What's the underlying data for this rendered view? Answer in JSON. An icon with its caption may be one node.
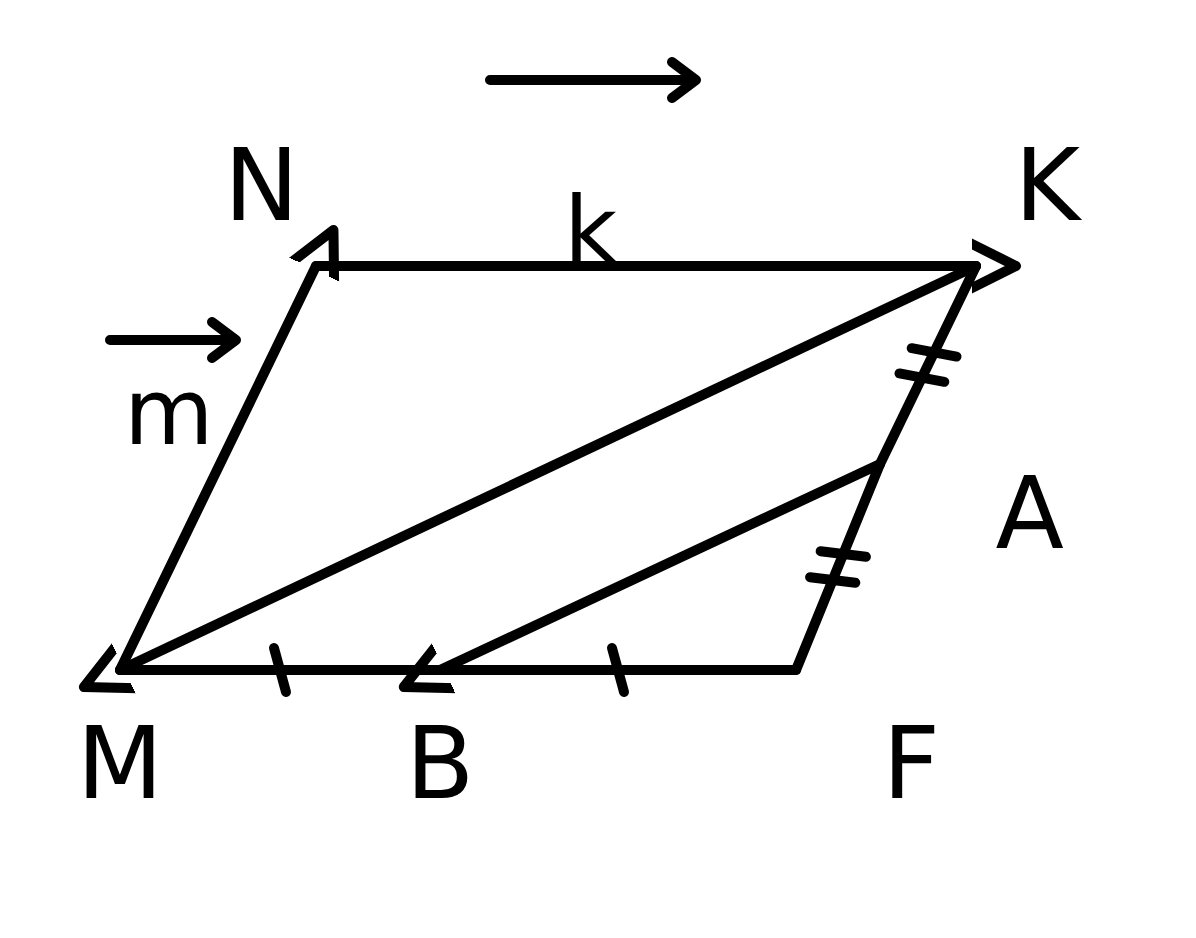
{
  "diagram": {
    "nodes": [
      {
        "text": [
          "N"
        ]
      },
      {
        "text": [
          "K"
        ]
      },
      {
        "text": [
          "A"
        ]
      },
      {
        "text": [
          "M"
        ]
      },
      {
        "text": [
          "B"
        ]
      },
      {
        "text": [
          "F"
        ]
      }
    ],
    "edges": [
      {
        "from": 3,
        "to": 0,
        "arrow": "to"
      },
      {
        "from": 0,
        "to": 1,
        "arrow": "to"
      },
      {
        "from": 1,
        "to": 3,
        "arrow": "to"
      },
      {
        "from": 3,
        "to": 4,
        "arrow": "none"
      },
      {
        "from": 4,
        "to": 5,
        "arrow": "none"
      },
      {
        "from": 1,
        "to": 2,
        "arrow": "none"
      },
      {
        "from": 2,
        "to": 5,
        "arrow": "none"
      },
      {
        "from": 2,
        "to": 4,
        "arrow": "to"
      }
    ],
    "labels": [
      "k",
      "m"
    ]
  }
}
